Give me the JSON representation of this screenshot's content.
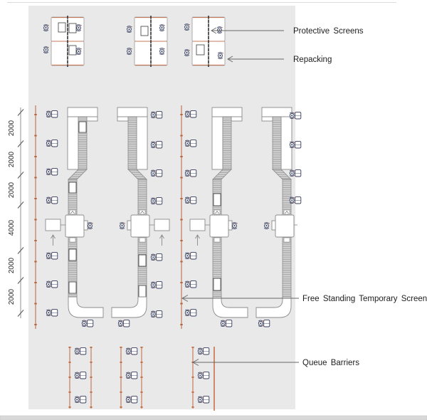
{
  "annotations": {
    "protective_screens": {
      "label": "Protective Screens"
    },
    "repacking": {
      "label": "Repacking"
    },
    "free_standing_temporary_screen": {
      "label": "Free Standing Temporary Screen"
    },
    "queue_barriers": {
      "label": "Queue Barriers"
    }
  },
  "dimension_labels": [
    "2000",
    "2000",
    "2000",
    "4000",
    "2000",
    "2000"
  ],
  "colors": {
    "floor_gray": "#e9e9e9",
    "counter_white": "#ffffff",
    "outline_gray": "#8a8a8a",
    "belt_stripe": "#979797",
    "barrier_orange": "#c4683f",
    "screen_orange": "#c4785a",
    "person_navy": "#343c5e",
    "person_accent_orange": "#b06245",
    "annotation_line": "#666666",
    "text": "#1d1d1d"
  },
  "icons": {
    "person_cart": "person-with-shopping-cart-icon",
    "person_desk": "seated-person-icon",
    "arrowhead": "left-chevron-arrow-icon",
    "dimension_tick": "slash-tick-icon"
  }
}
